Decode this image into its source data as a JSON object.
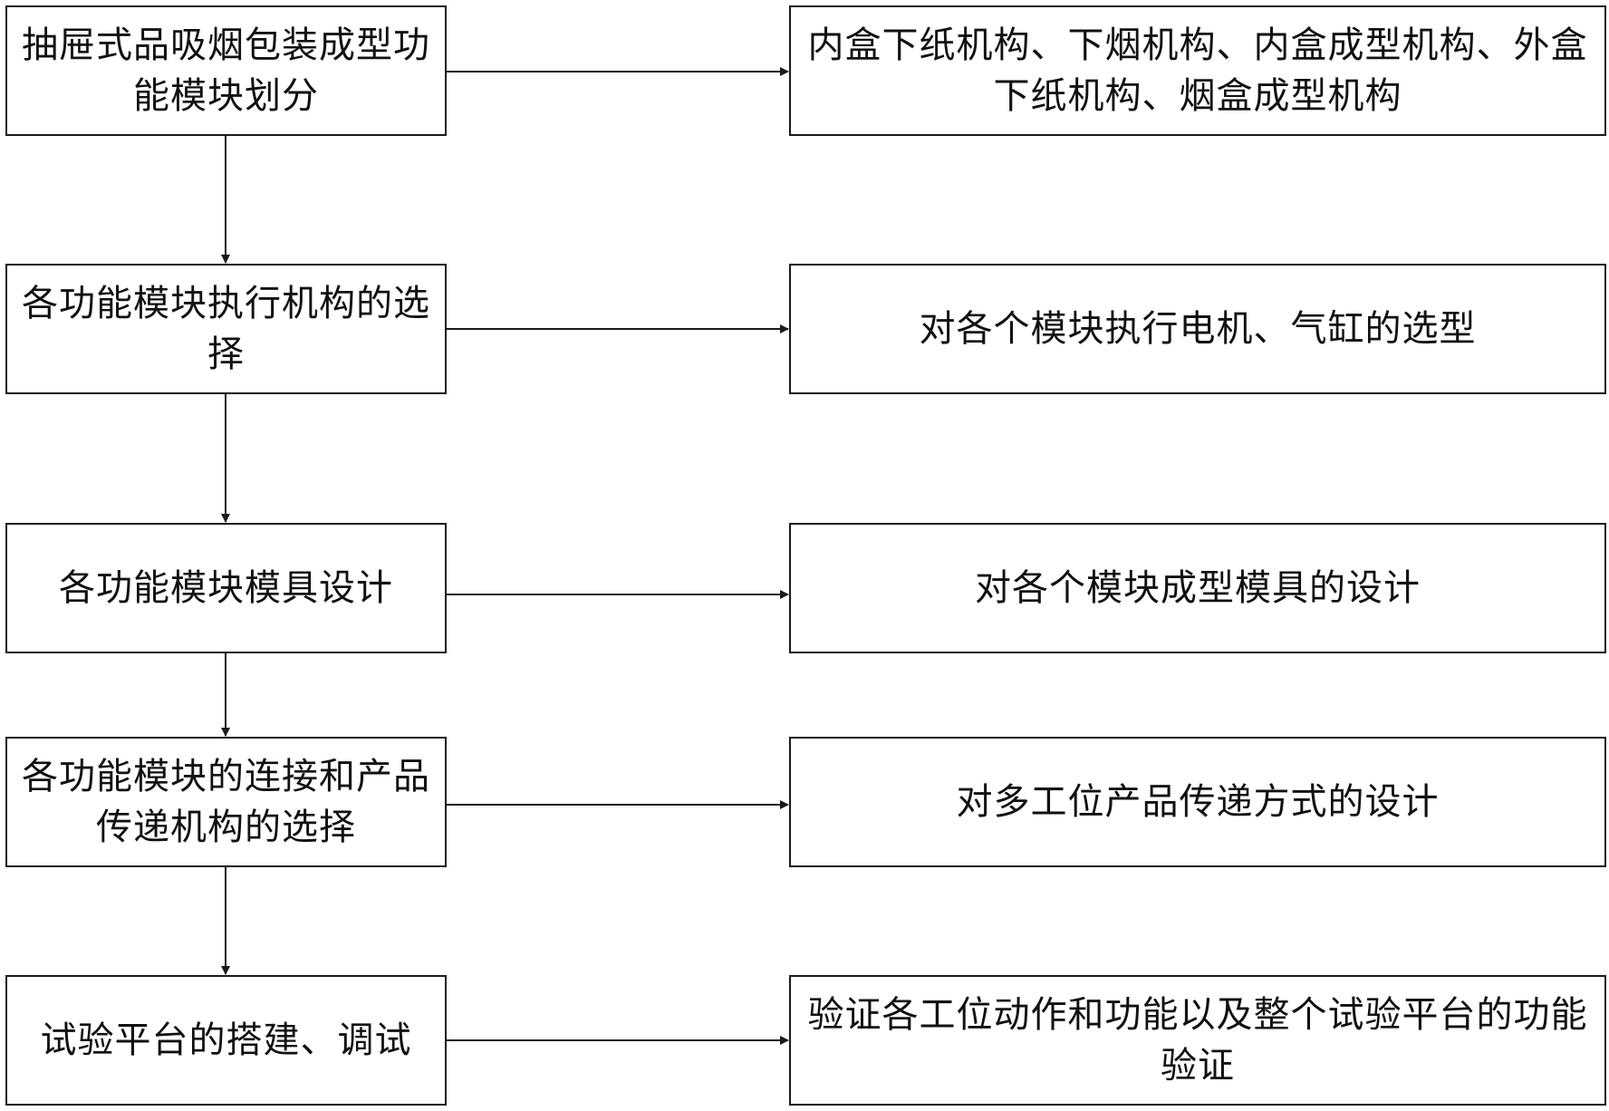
{
  "left_steps": [
    {
      "label": "抽屉式品吸烟包装成型功能模块划分"
    },
    {
      "label": "各功能模块执行机构的选择"
    },
    {
      "label": "各功能模块模具设计"
    },
    {
      "label": "各功能模块的连接和产品传递机构的选择"
    },
    {
      "label": "试验平台的搭建、调试"
    }
  ],
  "right_details": [
    {
      "label": "内盒下纸机构、下烟机构、内盒成型机构、外盒下纸机构、烟盒成型机构"
    },
    {
      "label": "对各个模块执行电机、气缸的选型"
    },
    {
      "label": "对各个模块成型模具的设计"
    },
    {
      "label": "对多工位产品传递方式的设计"
    },
    {
      "label": "验证各工位动作和功能以及整个试验平台的功能验证"
    }
  ],
  "colors": {
    "line": "#1a1a1a",
    "background": "#ffffff"
  }
}
